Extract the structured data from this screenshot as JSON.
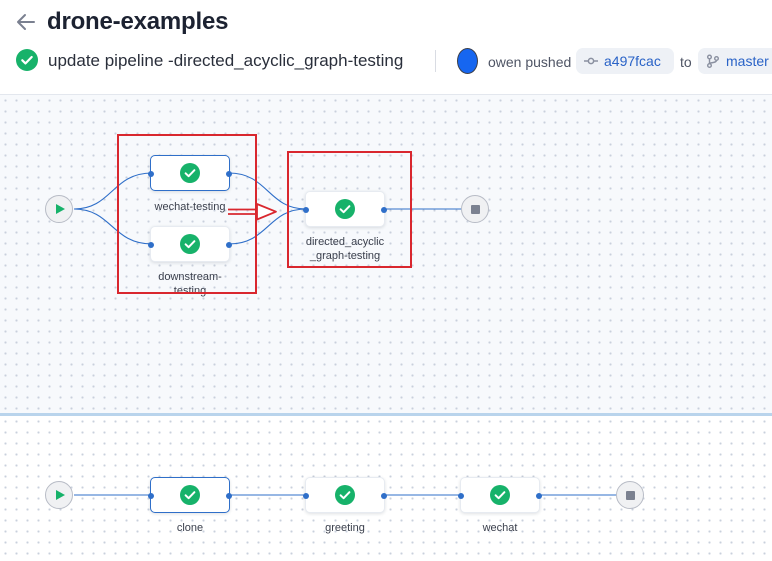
{
  "header": {
    "repo_title": "drone-examples",
    "commit_message": "update pipeline -directed_acyclic_graph-testing",
    "pushed_by": "owen pushed",
    "commit_hash": "a497fcac",
    "to_label": "to",
    "branch": "master"
  },
  "pipeline_top": {
    "steps": [
      {
        "label": "wechat-testing",
        "status": "success"
      },
      {
        "label": "downstream-testing",
        "label_lines": [
          "downstream-",
          "testing"
        ],
        "status": "success"
      },
      {
        "label": "directed_acyclic_graph-testing",
        "label_lines": [
          "directed_acyclic",
          "_graph-testing"
        ],
        "status": "success"
      }
    ]
  },
  "pipeline_bottom": {
    "steps": [
      {
        "label": "clone",
        "status": "success"
      },
      {
        "label": "greeting",
        "status": "success"
      },
      {
        "label": "wechat",
        "status": "success"
      }
    ]
  },
  "colors": {
    "success": "#17b26a",
    "wire": "#2f6fc9",
    "annotation": "#d9272e",
    "link": "#2a63c7"
  },
  "icons": [
    "back-arrow-icon",
    "check-circle-icon",
    "commit-icon",
    "branch-icon",
    "play-icon",
    "stop-icon"
  ]
}
